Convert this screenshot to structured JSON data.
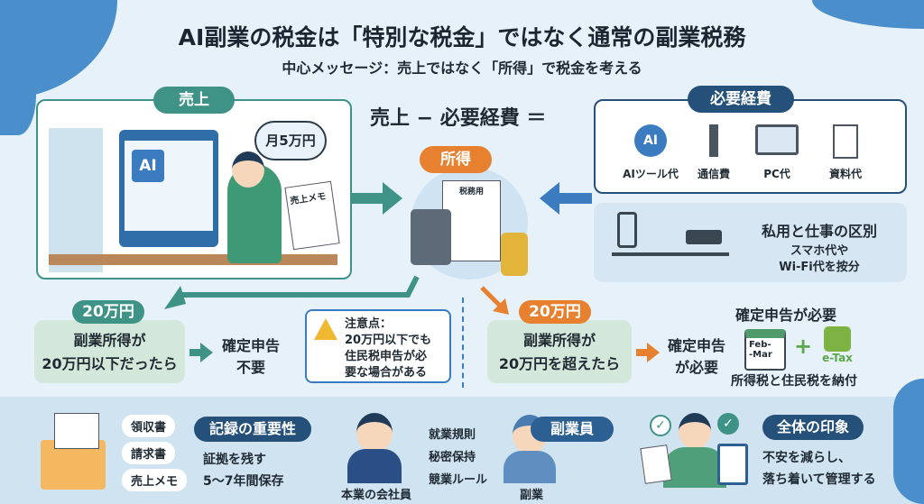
{
  "title": "AI副業の税金は「特別な税金」ではなく通常の副業税務",
  "subtitle": "中心メッセージ：売上ではなく「所得」で税金を考える",
  "sales": {
    "badge": "売上",
    "bubble": "月5万円",
    "memo": "売上メモ",
    "screen_ai": "AI"
  },
  "equation": "売上 − 必要経費 ＝",
  "income": {
    "badge": "所得",
    "doc": "税務用"
  },
  "expenses": {
    "badge": "必要経費",
    "items": [
      {
        "label": "AIツール代",
        "icon": "ai-gear-icon"
      },
      {
        "label": "通信費",
        "icon": "antenna-icon"
      },
      {
        "label": "PC代",
        "icon": "laptop-icon"
      },
      {
        "label": "資料代",
        "icon": "document-icon"
      }
    ],
    "split_title": "私用と仕事の区別",
    "split_line1": "スマホ代や",
    "split_line2": "Wi-Fi代を按分"
  },
  "under": {
    "badge": "20万円",
    "line1": "副業所得が",
    "line2": "20万円以下だったら",
    "result1": "確定申告",
    "result2": "不要"
  },
  "caution": {
    "title": "注意点：",
    "line1": "20万円以下でも",
    "line2": "住民税申告が必",
    "line3": "要な場合がある"
  },
  "over": {
    "badge": "20万円",
    "line1": "副業所得が",
    "line2": "20万円を超えたら",
    "result1": "確定申告",
    "result2": "が必要",
    "heading": "確定申告が必要",
    "cal1": "Feb-",
    "cal2": "-Mar",
    "plus": "+",
    "etax": "e-Tax",
    "pay": "所得税と住民税を納付"
  },
  "records": {
    "items": [
      "領収書",
      "請求書",
      "売上メモ"
    ],
    "badge": "記録の重要性",
    "line1": "証拠を残す",
    "line2": "5〜7年間保存"
  },
  "company": {
    "rules": [
      "就業規則",
      "秘密保持",
      "競業ルール"
    ],
    "employee": "本業の会社員",
    "badge": "副業員",
    "side": "副業"
  },
  "overall": {
    "badge": "全体の印象",
    "line1": "不安を減らし、",
    "line2": "落ち着いて管理する"
  },
  "colors": {
    "teal": "#3f9386",
    "navy": "#24507a",
    "orange": "#e8812f",
    "green_bg": "#d3e8da"
  }
}
